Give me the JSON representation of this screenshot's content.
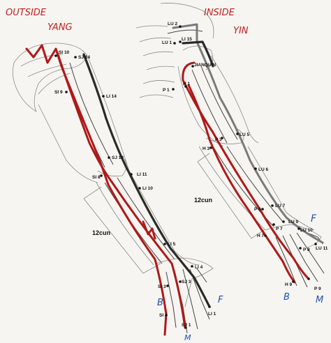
{
  "left_arm": {
    "title_line1": "OUTSIDE",
    "title_line2": "YANG",
    "cun_label": "12cun",
    "handwritten_b": "B",
    "handwritten_f": "F",
    "handwritten_m": "M",
    "points": {
      "si10": "SI 10",
      "sj14": "SJ 14",
      "si9": "SI 9",
      "li14": "LI 14",
      "sj10": "SJ 10",
      "si8": "SI 8",
      "li11": "LI 11",
      "li10": "LI 10",
      "li5": "LI 5",
      "li4": "LI 4",
      "si3": "SI 3",
      "sj3": "SJ 3",
      "si1": "SI 1",
      "sj1": "SJ 1",
      "li1": "LI 1"
    }
  },
  "right_arm": {
    "title_line1": "INSIDE",
    "title_line2": "YIN",
    "cun_label": "12cun",
    "handwritten_f": "F",
    "handwritten_b": "B",
    "handwritten_m": "M",
    "points": {
      "lu2": "LU 2",
      "lu1": "LU 1",
      "li15": "LI 15",
      "jianqian": "JIANQIAN",
      "p1": "P 1",
      "h1": "H 1",
      "lu5": "LU 5",
      "p3": "P 3",
      "h3": "H 3",
      "lu6": "LU 6",
      "lu7": "LU 7",
      "p6": "P 6",
      "lu9": "LU 9",
      "h7": "H 7",
      "p7": "P 7",
      "lu10": "LU 10",
      "p8": "P 8",
      "lu11": "LU 11",
      "h9": "H 9",
      "p9": "P 9"
    }
  },
  "colors": {
    "yang_meridian": "#b01818",
    "yin_meridian": "#2a2a2a",
    "handwriting_red": "#c02020",
    "handwriting_blue": "#2050b0"
  }
}
